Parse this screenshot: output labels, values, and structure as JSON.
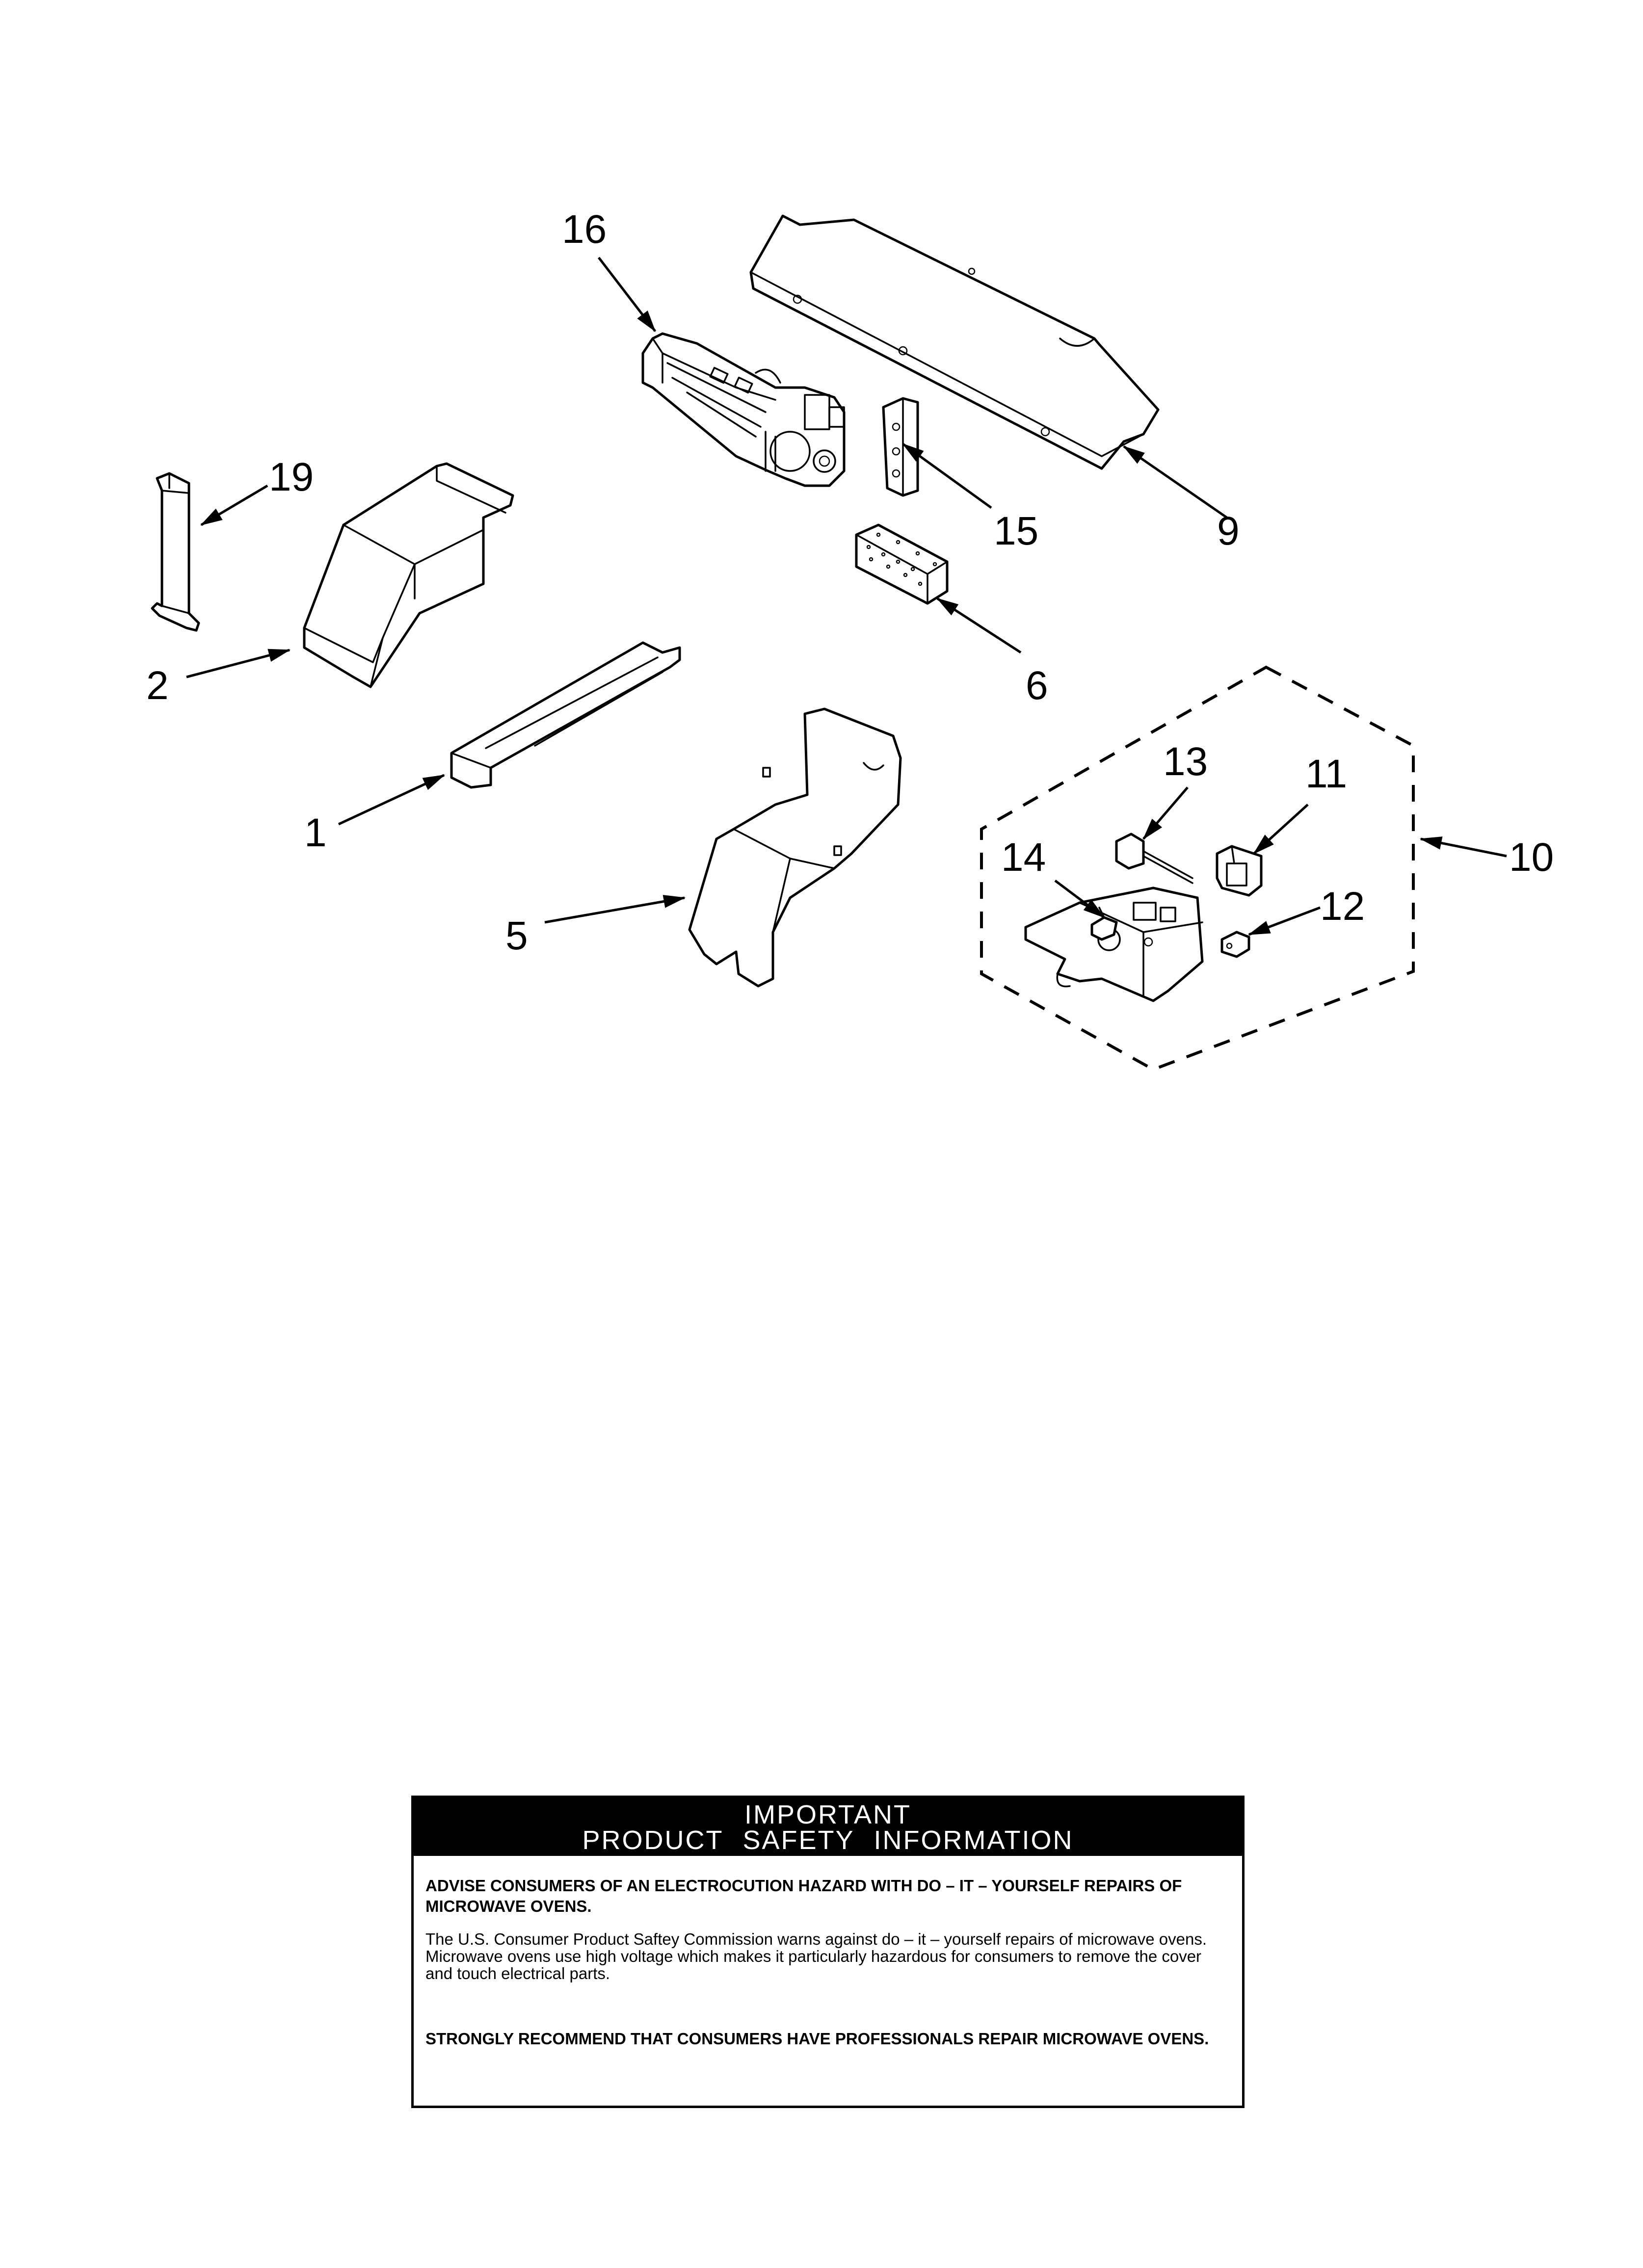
{
  "callouts": {
    "c1": "1",
    "c2": "2",
    "c5": "5",
    "c6": "6",
    "c9": "9",
    "c10": "10",
    "c11": "11",
    "c12": "12",
    "c13": "13",
    "c14": "14",
    "c15": "15",
    "c16": "16",
    "c19": "19"
  },
  "safety": {
    "title_line1": "IMPORTANT",
    "title_line2": "PRODUCT SAFETY INFORMATION",
    "warning": "ADVISE CONSUMERS OF AN ELECTROCUTION HAZARD WITH DO – IT – YOURSELF REPAIRS OF MICROWAVE OVENS.",
    "body": "The U.S. Consumer Product Saftey Commission warns against do – it – yourself repairs of microwave ovens. Microwave ovens use high voltage which makes it particularly hazardous for consumers to remove the cover and touch electrical parts.",
    "recommendation": "STRONGLY RECOMMEND THAT CONSUMERS HAVE PROFESSIONALS REPAIR MICROWAVE OVENS."
  }
}
